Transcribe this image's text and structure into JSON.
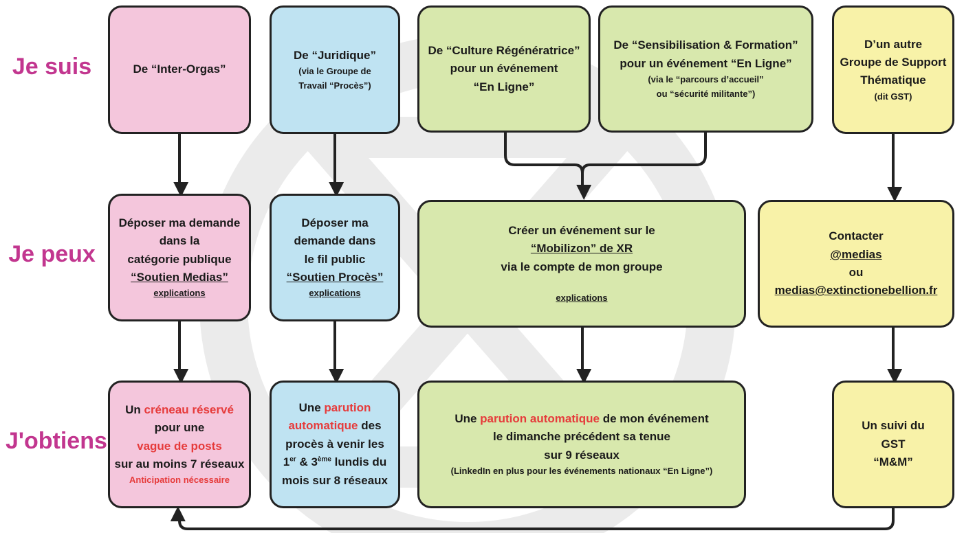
{
  "rows": {
    "je_suis": "Je suis",
    "je_peux": "Je peux",
    "jobtiens": "J'obtiens"
  },
  "colors": {
    "pink": "#f4c6dc",
    "blue": "#bfe3f2",
    "green": "#d8e8ad",
    "yellow": "#f8f2a8",
    "label": "#c2368f",
    "highlight": "#e63b3b"
  },
  "suis": {
    "inter": "De “Inter-Orgas”",
    "juridique": {
      "line1": "De “Juridique”",
      "small1": "(via le Groupe de",
      "small2": "Travail “Procès”)"
    },
    "culture": {
      "line1": "De “Culture Régénératrice”",
      "line2": "pour un événement",
      "line3": "“En Ligne”"
    },
    "sensibilisation": {
      "line1": "De “Sensibilisation & Formation”",
      "line2": "pour un événement “En Ligne”",
      "small1": "(via le “parcours d’accueil”",
      "small2": "ou “sécurité militante”)"
    },
    "autre": {
      "line1": "D’un autre",
      "line2": "Groupe de Support",
      "line3": "Thématique",
      "small": "(dit GST)"
    }
  },
  "peux": {
    "inter": {
      "line1": "Déposer ma demande",
      "line2": "dans la",
      "line3": "catégorie publique",
      "link": "“Soutien Medias”",
      "expl": "explications"
    },
    "juridique": {
      "line1": "Déposer ma",
      "line2": "demande dans",
      "line3": "le fil public",
      "link": "“Soutien Procès”",
      "expl": "explications"
    },
    "mobilizon": {
      "line1": "Créer un événement sur le",
      "link": "“Mobilizon” de XR",
      "line3": "via le compte de mon groupe",
      "expl": "explications"
    },
    "contact": {
      "line1": "Contacter",
      "handle": "@medias",
      "ou": "ou",
      "email": "medias@extinctionebellion.fr"
    }
  },
  "obtiens": {
    "inter": {
      "pre": "Un",
      "red1": "créneau réservé",
      "line2": "pour une",
      "red2": "vague de posts",
      "line4": "sur au moins 7 réseaux",
      "red3": "Anticipation nécessaire"
    },
    "juridique": {
      "pre": "Une",
      "red1": "parution",
      "red2": "automatique",
      "des": "des",
      "line3": "procès à venir les",
      "n1": "1",
      "sup1": "er",
      "amp": "& 3",
      "sup2": "ème",
      "lundis": "lundis du",
      "line5": "mois sur 8 réseaux"
    },
    "culture": {
      "pre": "Une",
      "red": "parution automatique",
      "post": "de mon événement",
      "line2": "le dimanche précédent sa tenue",
      "line3": "sur 9 réseaux",
      "small": "(LinkedIn en plus pour les événements nationaux “En Ligne”)"
    },
    "gst": {
      "line1": "Un suivi du",
      "line2": "GST",
      "line3": "“M&M”"
    }
  }
}
